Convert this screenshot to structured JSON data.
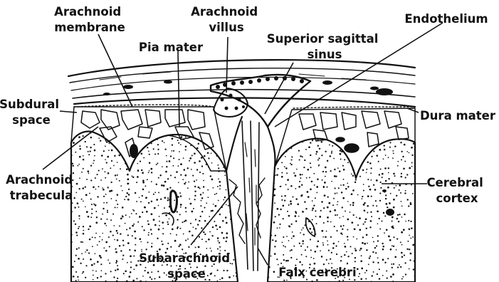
{
  "diagram": {
    "labels": {
      "arachnoid_membrane": [
        "Arachnoid",
        "membrane"
      ],
      "arachnoid_villus": [
        "Arachnoid",
        "villus"
      ],
      "endothelium": [
        "Endothelium"
      ],
      "pia_mater": [
        "Pia mater"
      ],
      "superior_sagittal_sinus": [
        "Superior sagittal",
        "sinus"
      ],
      "subdural_space": [
        "Subdural",
        "space"
      ],
      "dura_mater": [
        "Dura mater"
      ],
      "arachnoid_trabecula": [
        "Arachnoid",
        "trabecula"
      ],
      "cerebral_cortex": [
        "Cerebral",
        "cortex"
      ],
      "subarachnoid_space": [
        "Subarachnoid",
        "space"
      ],
      "falx_cerebri": [
        "Falx cerebri"
      ]
    },
    "colors": {
      "ink": "#111111",
      "paper": "#ffffff"
    }
  }
}
